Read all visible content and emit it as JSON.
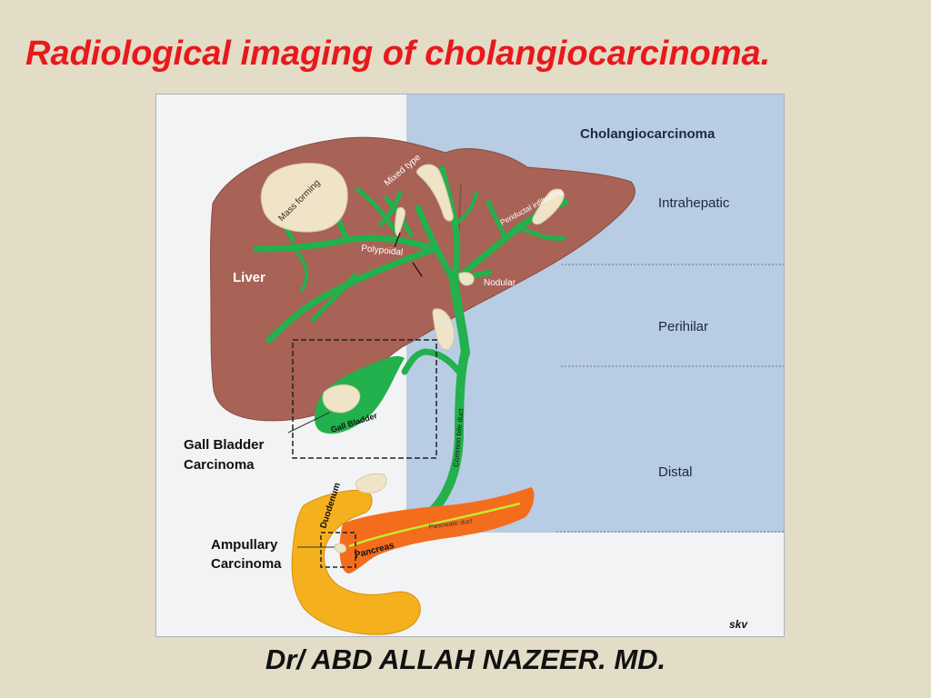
{
  "title": "Radiological imaging of cholangiocarcinoma.",
  "author": "Dr/ ABD ALLAH NAZEER. MD.",
  "diagram": {
    "heading": "Cholangiocarcinoma",
    "regions": {
      "intrahepatic": "Intrahepatic",
      "perihilar": "Perihilar",
      "distal": "Distal"
    },
    "liver_label": "Liver",
    "tumor_types": {
      "mass_forming": "Mass forming",
      "mixed_type": "Mixed type",
      "periductal": "Periductal infiltrating",
      "polypoidal": "Polypoidal",
      "nodular": "Nodular"
    },
    "organs": {
      "gall_bladder": "Gall Bladder",
      "common_bile_duct": "Common bile duct",
      "duodenum": "Duodenum",
      "pancreas": "Pancreas",
      "pancreatic_duct": "Pancreatic duct"
    },
    "callouts": {
      "gb_carcinoma_line1": "Gall Bladder",
      "gb_carcinoma_line2": "Carcinoma",
      "ampullary_line1": "Ampullary",
      "ampullary_line2": "Carcinoma"
    },
    "signature": "skv"
  },
  "colors": {
    "title": "#e8191c",
    "background": "#e3dcc6",
    "liver": "#a86256",
    "duct": "#22b14c",
    "tumor": "#efe3c8",
    "blue_panel": "#b8cce4",
    "duodenum": "#f5b01e",
    "pancreas": "#f36d1c"
  }
}
